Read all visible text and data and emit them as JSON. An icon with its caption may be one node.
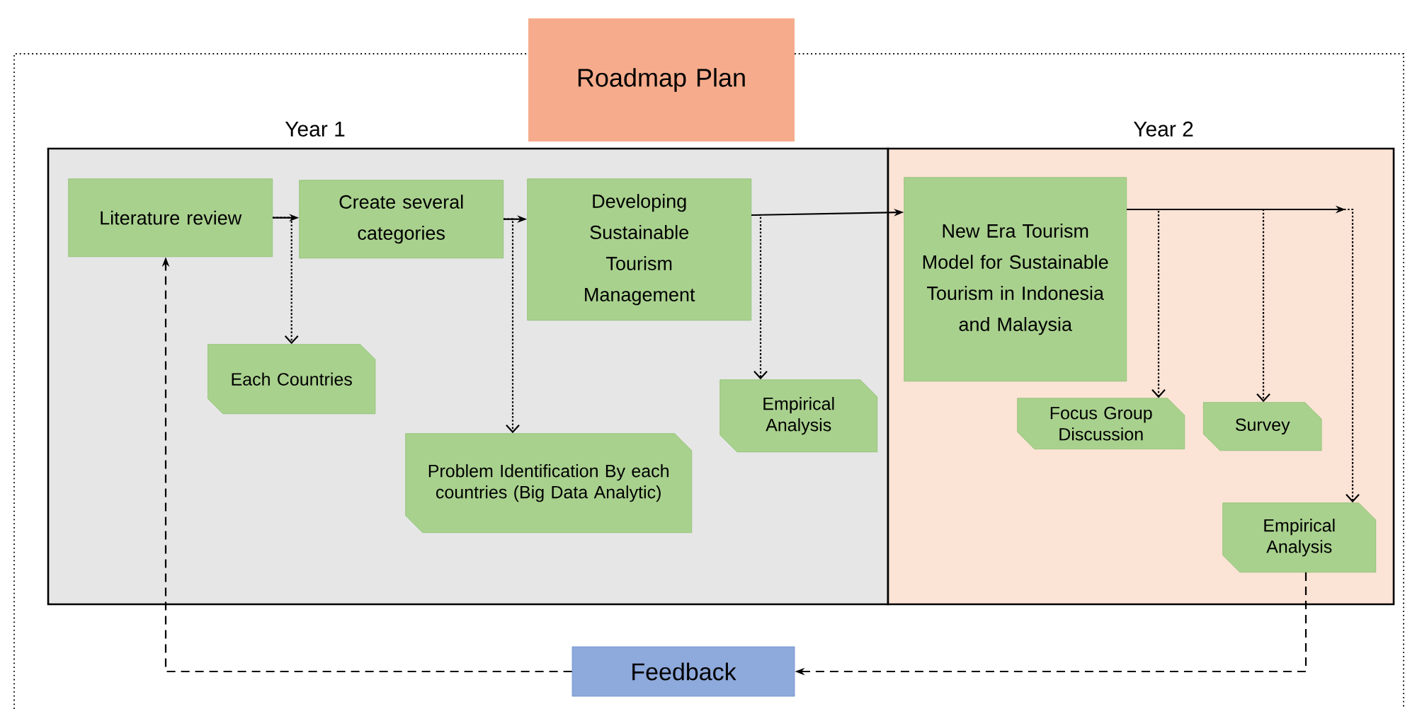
{
  "diagram": {
    "nodes": [
      {
        "text": [
          "Roadmap Plan"
        ]
      },
      {
        "text": [
          "Year 1"
        ]
      },
      {
        "text": [
          "Year 2"
        ]
      },
      {
        "text": [
          "Literature review"
        ],
        "in": 1
      },
      {
        "text": [
          "Create several categories"
        ],
        "in": 1
      },
      {
        "text": [
          "Developing Sustainable Tourism Management"
        ],
        "in": 1
      },
      {
        "text": [
          "Each Countries"
        ],
        "in": 1
      },
      {
        "text": [
          "Problem Identification By each countries (Big Data Analytic)"
        ],
        "in": 1
      },
      {
        "text": [
          "Empirical Analysis"
        ],
        "in": 1
      },
      {
        "text": [
          "New Era Tourism Model for Sustainable Tourism in Indonesia and Malaysia"
        ],
        "in": 2
      },
      {
        "text": [
          "Focus Group Discussion"
        ],
        "in": 2
      },
      {
        "text": [
          "Survey"
        ],
        "in": 2
      },
      {
        "text": [
          "Empirical Analysis"
        ],
        "in": 2
      },
      {
        "text": [
          "Feedback"
        ]
      }
    ],
    "edges": [
      {
        "from": 3,
        "to": 4,
        "arrow": "to"
      },
      {
        "from": 4,
        "to": 5,
        "arrow": "to"
      },
      {
        "from": 5,
        "to": 9,
        "arrow": "to"
      },
      {
        "from": 9,
        "to": null,
        "arrow": "to"
      },
      {
        "from": 3,
        "to": 6,
        "arrow": "to",
        "style": "dashed"
      },
      {
        "from": 4,
        "to": 7,
        "arrow": "to",
        "style": "dashed"
      },
      {
        "from": 5,
        "to": 8,
        "arrow": "to",
        "style": "dashed"
      },
      {
        "from": 9,
        "to": 10,
        "arrow": "to",
        "style": "dashed"
      },
      {
        "from": 9,
        "to": 11,
        "arrow": "to",
        "style": "dashed"
      },
      {
        "from": 9,
        "to": 12,
        "arrow": "to",
        "style": "dashed"
      },
      {
        "from": 12,
        "to": 13,
        "arrow": "to",
        "style": "dashed"
      },
      {
        "from": 13,
        "to": 3,
        "arrow": "to",
        "style": "dashed"
      }
    ]
  }
}
